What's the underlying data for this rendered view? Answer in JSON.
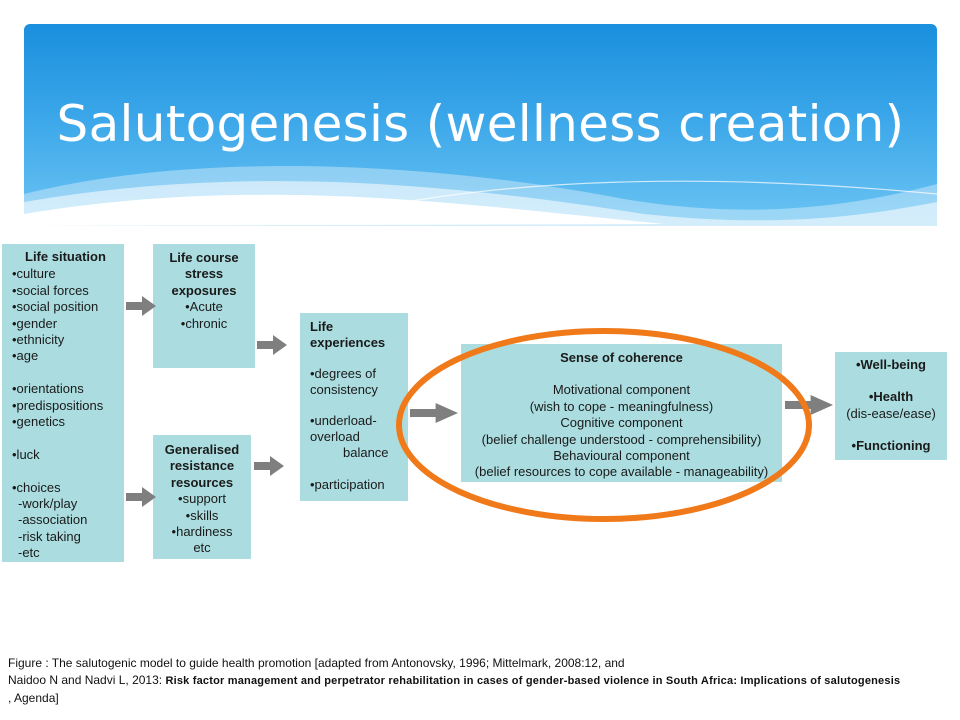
{
  "title": "Salutogenesis (wellness creation)",
  "colors": {
    "header_blue": "#2a9de4",
    "box_fill": "#abdde0",
    "arrow_gray": "#7f7f7f",
    "highlight_orange": "#f07a1a"
  },
  "icons": {
    "arrow": "right-arrow-icon",
    "highlight": "orange-ellipse"
  },
  "life_situation": {
    "heading": "Life situation",
    "items_a": [
      "•culture",
      "•social forces",
      "•social position",
      "•gender",
      "•ethnicity",
      "•age"
    ],
    "items_b": [
      "•orientations",
      "•predispositions",
      "•genetics"
    ],
    "items_c": [
      "•luck"
    ],
    "items_d_heading": "•choices",
    "items_d": [
      "-work/play",
      "-association",
      "-risk taking",
      "-etc"
    ]
  },
  "life_course": {
    "heading_lines": [
      "Life course",
      "stress",
      "exposures"
    ],
    "items": [
      "•Acute",
      "•chronic"
    ]
  },
  "resistance": {
    "heading_lines": [
      "Generalised",
      "resistance",
      "resources"
    ],
    "items": [
      "•support",
      "•skills",
      "•hardiness",
      "etc"
    ]
  },
  "life_experiences": {
    "heading_lines": [
      "Life",
      "experiences"
    ],
    "item1_lines": [
      "•degrees of",
      "consistency"
    ],
    "item2_lines": [
      "•underload-",
      "overload"
    ],
    "item2_last": "balance",
    "item3": "•participation"
  },
  "coherence": {
    "heading": "Sense of coherence",
    "lines": [
      "Motivational component",
      "(wish to cope - meaningfulness)",
      "Cognitive component",
      "(belief challenge understood - comprehensibility)",
      "Behavioural component",
      "(belief resources to cope available - manageability)"
    ]
  },
  "outcomes": {
    "item1": "•Well-being",
    "item2": "•Health",
    "item2_sub": "(dis-ease/ease)",
    "item3": "•Functioning"
  },
  "caption": {
    "line1": "Figure : The salutogenic model to guide health promotion [adapted from Antonovsky, 1996; Mittelmark, 2008:12, and",
    "line2_prefix": "Naidoo N and Nadvi L, 2013: ",
    "line2_bold": "Risk factor management and perpetrator rehabilitation  in cases of gender-based violence in South Africa: Implications  of salutogenesis",
    "line3": ", Agenda]"
  }
}
